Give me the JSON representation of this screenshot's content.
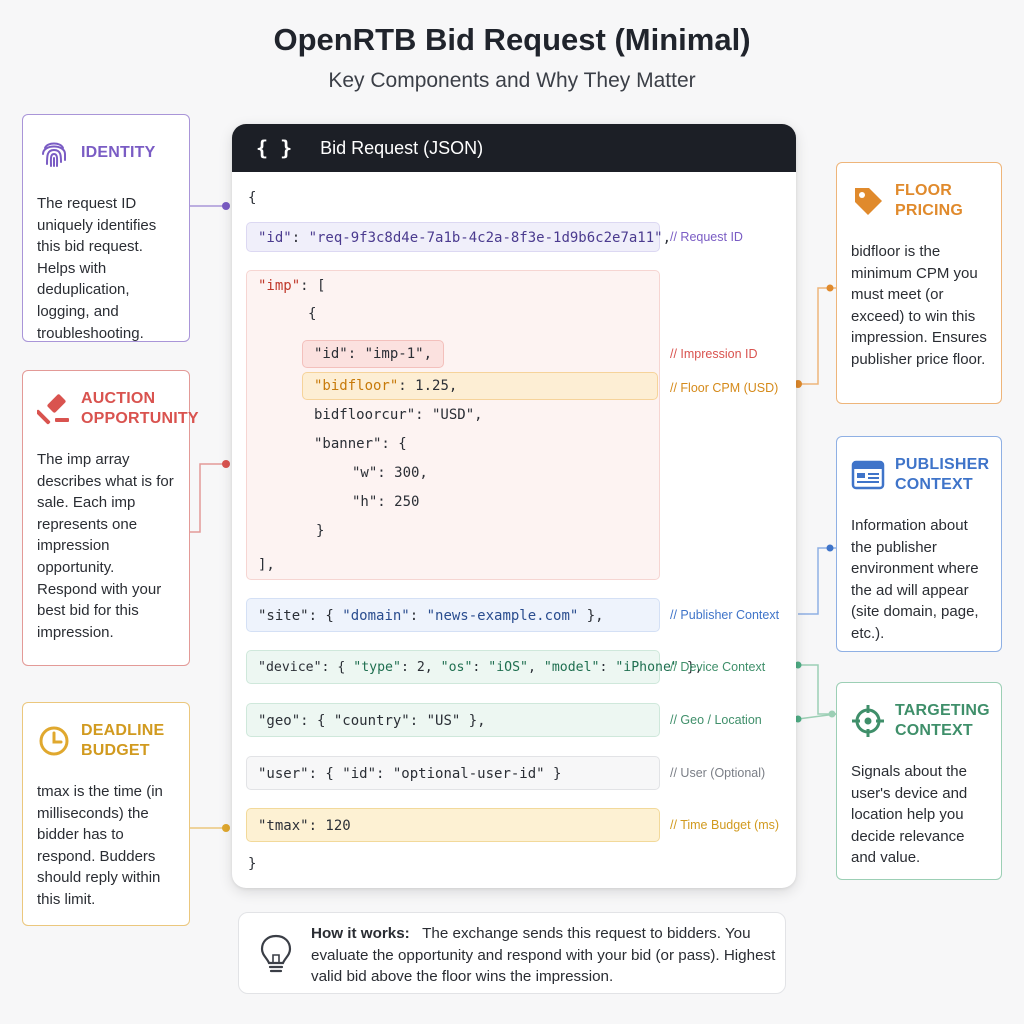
{
  "header": {
    "title": "OpenRTB Bid Request (Minimal)",
    "subtitle": "Key Components and Why They Matter"
  },
  "panel": {
    "braces": "{ }",
    "title": "Bid Request (JSON)"
  },
  "code": {
    "open_brace": "{",
    "close_brace": "}",
    "id_line": {
      "key": "\"id\"",
      "rest": ": ",
      "value": "\"req-9f3c8d4e-7a1b-4c2a-8f3e-1d9b6c2e7a11\"",
      "tail": ","
    },
    "imp_line": {
      "key": "\"imp\"",
      "rest": ": ["
    },
    "imp_open": "{",
    "imp_id": {
      "key": "\"id\"",
      "rest": ": \"imp-1\","
    },
    "bidfloor": {
      "key": "\"bidfloor\"",
      "rest": ": 1.25,"
    },
    "bidfloorcur": "bidfloorcur\": \"USD\",",
    "banner": "\"banner\": {",
    "w": "\"w\": 300,",
    "h": "\"h\": 250",
    "banner_close": "}",
    "imp_close": "],",
    "site": {
      "key": "\"site\"",
      "a": ": { ",
      "dkey": "\"domain\"",
      "b": ": ",
      "dval": "\"news-example.com\"",
      "c": " },"
    },
    "device": {
      "key": "\"device\"",
      "a": ": { ",
      "t": "\"type\"",
      "b": ": 2, ",
      "os": "\"os\"",
      "c": ": ",
      "osval": "\"iOS\"",
      "d": ", ",
      "m": "\"model\"",
      "e": ": ",
      "mval": "\"iPhone\"",
      "f": " },"
    },
    "geo": {
      "key": "\"geo\"",
      "a": ": { ",
      "ck": "\"country\"",
      "b": ": ",
      "cv": "\"US\"",
      "c": " },"
    },
    "user": {
      "key": "\"user\"",
      "a": ": { ",
      "ik": "\"id\"",
      "b": ": ",
      "iv": "\"optional-user-id\"",
      "c": " }"
    },
    "tmax": {
      "key": "\"tmax\"",
      "rest": ": 120"
    }
  },
  "comments": {
    "request_id": "// Request ID",
    "impression_id": "// Impression ID",
    "floor_cpm": "// Floor CPM (USD)",
    "publisher": "// Publisher Context",
    "device": "// Device Context",
    "geo": "// Geo / Location",
    "user": "// User (Optional)",
    "time": "// Time Budget (ms)"
  },
  "cards": {
    "identity": {
      "title": "IDENTITY",
      "body": "The request ID uniquely identifies this bid request. Helps with deduplication, logging, and troubleshooting.",
      "icon": "fingerprint-icon"
    },
    "auction": {
      "title": "AUCTION OPPORTUNITY",
      "body": "The imp array describes what is for sale. Each imp represents one impression opportunity. Respond with your best bid for this impression.",
      "icon": "gavel-icon"
    },
    "deadline": {
      "title": "DEADLINE BUDGET",
      "body": "tmax is the time (in milliseconds) the bidder has to respond. Budders should reply within this limit.",
      "icon": "clock-icon"
    },
    "floor": {
      "title": "FLOOR PRICING",
      "body": "bidfloor is the minimum CPM you must meet (or exceed) to win this impression. Ensures publisher price floor.",
      "icon": "price-tag-icon"
    },
    "publisher": {
      "title": "PUBLISHER CONTEXT",
      "body": "Information about the publisher environment where the ad will appear (site domain, page, etc.).",
      "icon": "browser-window-icon"
    },
    "targeting": {
      "title": "TARGETING CONTEXT",
      "body": "Signals about the user's device and location help you decide relevance and value.",
      "icon": "crosshair-icon"
    }
  },
  "footer": {
    "label": "How it works:",
    "text": "The exchange sends this request to bidders. You evaluate the opportunity and respond with your bid (or pass). Highest valid bid above the floor wins the impression.",
    "icon": "lightbulb-icon"
  },
  "colors": {
    "identity": "#7a5cc4",
    "auction": "#d9534f",
    "deadline": "#e0a82e",
    "floor": "#e08a2c",
    "publisher": "#3f74c9",
    "targeting": "#3f8f6a"
  }
}
